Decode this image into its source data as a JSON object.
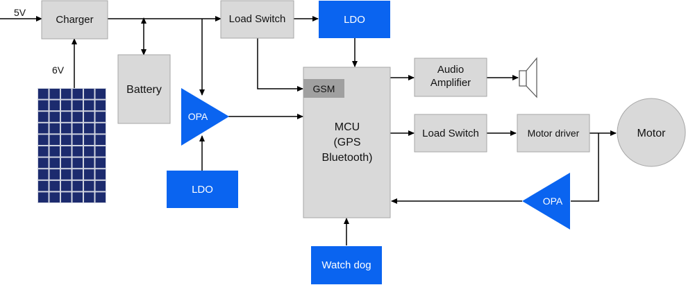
{
  "colors": {
    "gray_block": "#d9d9d9",
    "gray_stroke": "#a6a6a6",
    "blue_block": "#0a64f0",
    "gsm_block": "#a0a0a0",
    "solar_cell": "#1c2b6e",
    "wire": "#000000"
  },
  "blocks": {
    "charger": "Charger",
    "battery": "Battery",
    "load_switch_top": "Load Switch",
    "ldo_top": "LDO",
    "opa_left": "OPA",
    "ldo_bottom": "LDO",
    "mcu_line1": "MCU",
    "mcu_line2": "(GPS",
    "mcu_line3": "Bluetooth)",
    "gsm": "GSM",
    "audio_line1": "Audio",
    "audio_line2": "Amplifier",
    "load_switch_right": "Load Switch",
    "motor_driver": "Motor driver",
    "motor": "Motor",
    "opa_right": "OPA",
    "watchdog": "Watch dog"
  },
  "inputs": {
    "supply_5v": "5V",
    "solar_6v": "6V"
  },
  "icons": {
    "speaker": "speaker-icon",
    "solar_panel": "solar-panel-icon"
  }
}
